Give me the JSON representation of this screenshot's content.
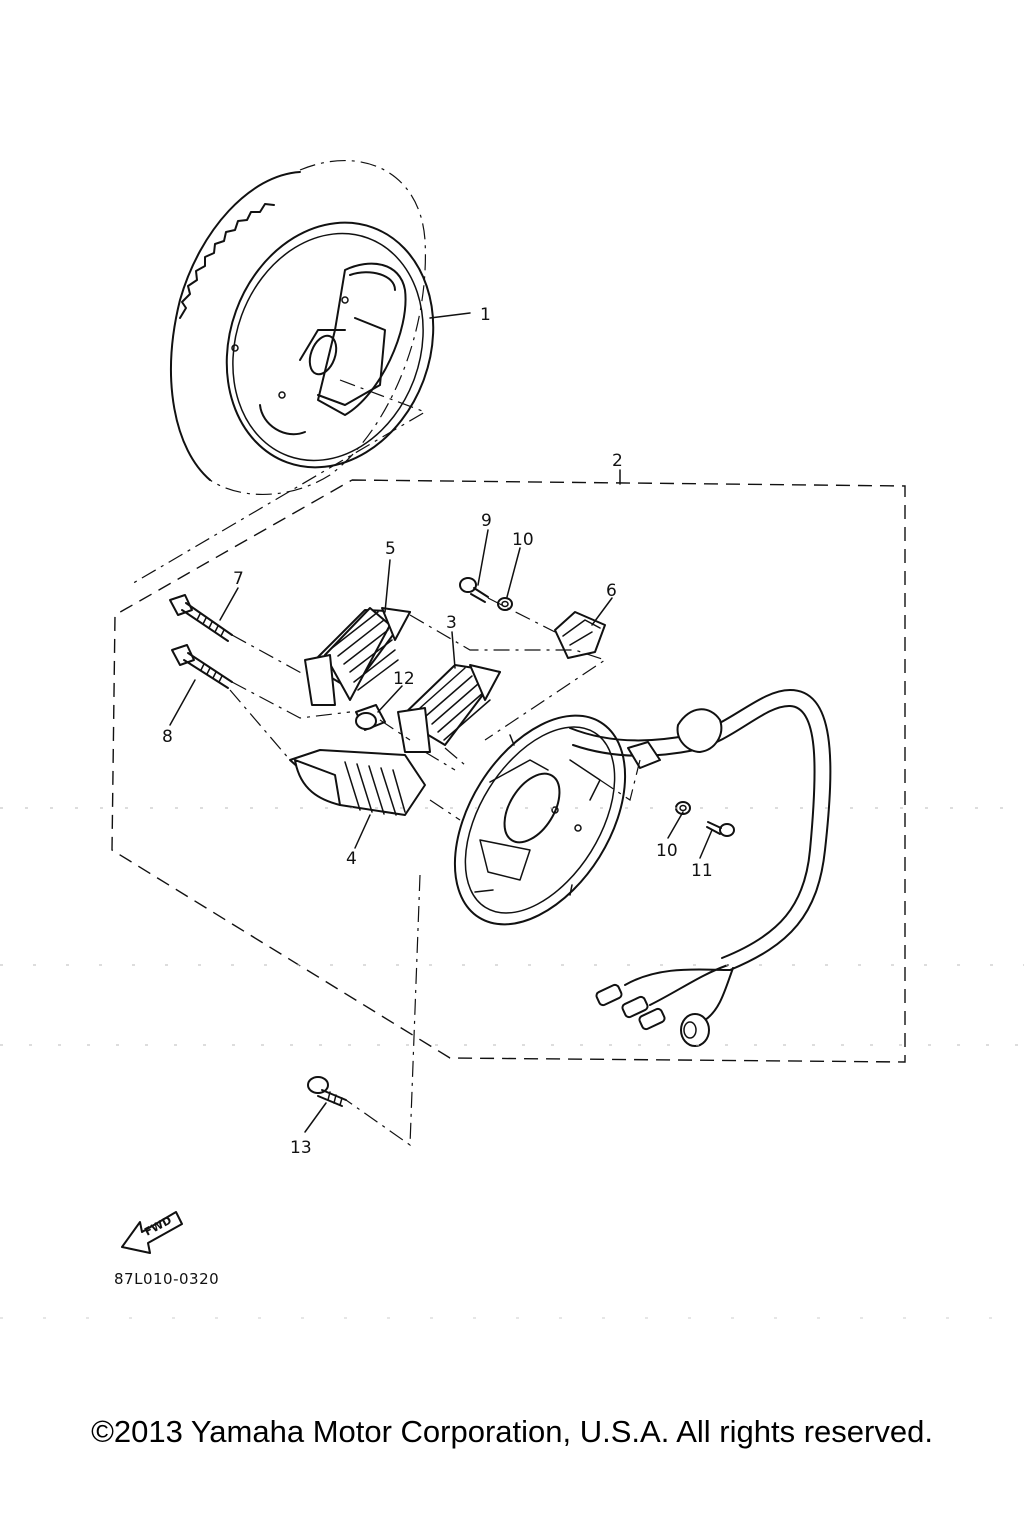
{
  "diagram": {
    "callouts": [
      {
        "id": "1",
        "label": "1"
      },
      {
        "id": "2",
        "label": "2"
      },
      {
        "id": "3",
        "label": "3"
      },
      {
        "id": "4",
        "label": "4"
      },
      {
        "id": "5",
        "label": "5"
      },
      {
        "id": "6",
        "label": "6"
      },
      {
        "id": "7",
        "label": "7"
      },
      {
        "id": "8",
        "label": "8"
      },
      {
        "id": "9",
        "label": "9"
      },
      {
        "id": "10a",
        "label": "10"
      },
      {
        "id": "10b",
        "label": "10"
      },
      {
        "id": "11",
        "label": "11"
      },
      {
        "id": "12",
        "label": "12"
      },
      {
        "id": "13",
        "label": "13"
      }
    ],
    "fwd_label": "FWD",
    "drawing_code": "87L010-0320"
  },
  "footer": {
    "copyright": "©2013 Yamaha Motor Corporation, U.S.A. All rights reserved."
  },
  "icons": {
    "forward-arrow": "fwd-arrow-icon"
  }
}
